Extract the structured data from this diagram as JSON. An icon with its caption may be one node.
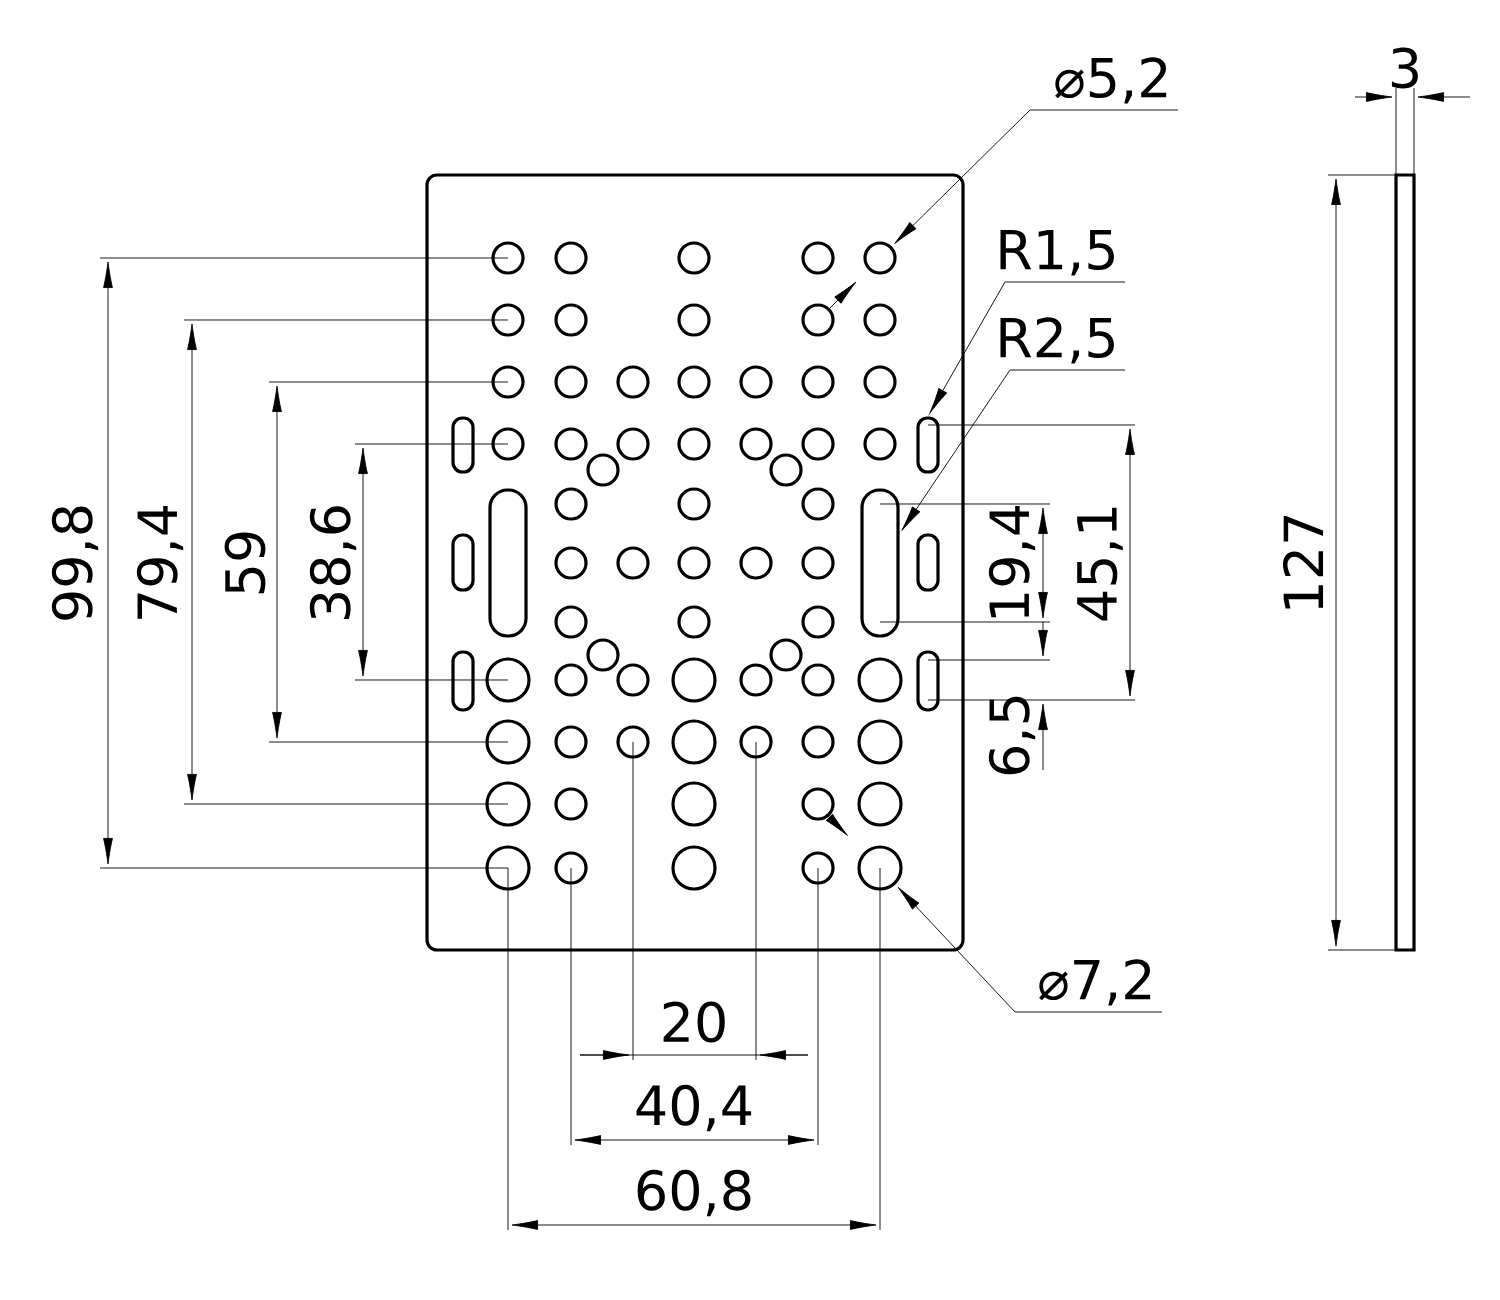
{
  "diagram": {
    "nodes": [
      {
        "text": [
          "⌀5,2"
        ]
      },
      {
        "text": [],
        "shape": "circle"
      },
      {
        "text": [
          "R1,5"
        ]
      },
      {
        "text": [],
        "shape": "slot"
      },
      {
        "text": [
          "R2,5"
        ]
      },
      {
        "text": [],
        "shape": "slot"
      },
      {
        "text": [
          "⌀7,2"
        ]
      },
      {
        "text": [],
        "shape": "circle"
      }
    ],
    "edges": [
      {
        "from": 0,
        "to": 1,
        "arrow": "to"
      },
      {
        "from": 2,
        "to": 3,
        "arrow": "to"
      },
      {
        "from": 4,
        "to": 5,
        "arrow": "to"
      },
      {
        "from": 6,
        "to": 7,
        "arrow": "to"
      }
    ],
    "labels": [
      "3",
      "99,8",
      "79,4",
      "59",
      "38,6",
      "19,4",
      "45,1",
      "127",
      "6,5",
      "20",
      "40,4",
      "60,8"
    ]
  }
}
